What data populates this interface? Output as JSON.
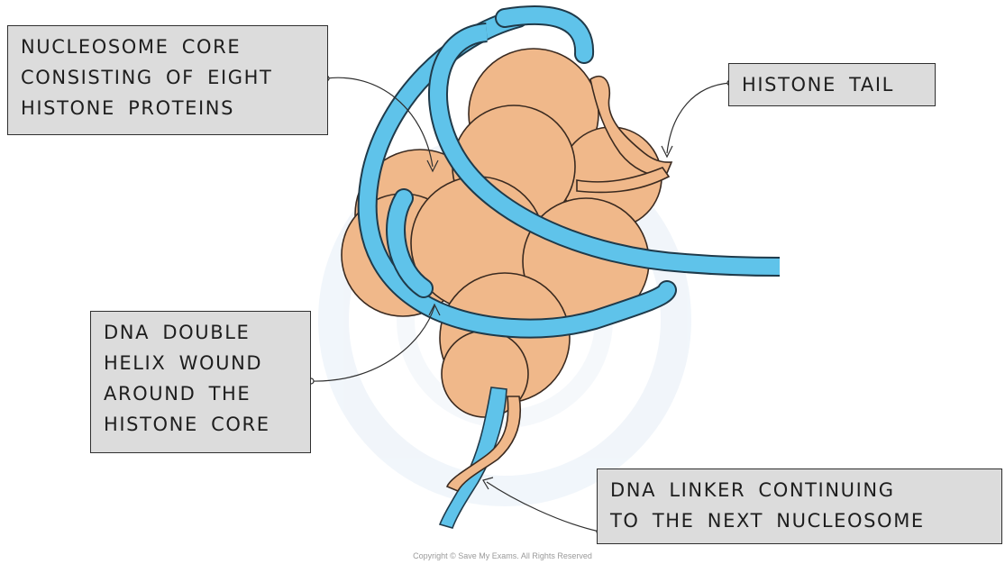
{
  "labels": {
    "nucleosome_core": [
      "NUCLEOSOME CORE",
      "CONSISTING OF EIGHT",
      "HISTONE PROTEINS"
    ],
    "histone_tail": [
      "HISTONE TAIL"
    ],
    "dna_double_helix": [
      "DNA DOUBLE",
      "HELIX WOUND",
      "AROUND THE",
      "HISTONE CORE"
    ],
    "dna_linker": [
      "DNA LINKER CONTINUING",
      "TO THE NEXT NUCLEOSOME"
    ]
  },
  "copyright": "Copyright © Save My Exams. All Rights Reserved",
  "colors": {
    "histone_fill": "#f0b88a",
    "histone_stroke": "#3a2a20",
    "dna_fill": "#5fc3ea",
    "dna_stroke": "#1f3a4a",
    "label_bg": "#dcdcdc",
    "watermark": "#e6eef7"
  }
}
